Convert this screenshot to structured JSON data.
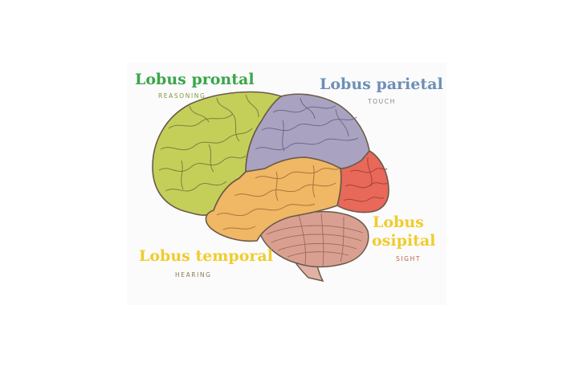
{
  "lobes": {
    "frontal": {
      "name": "Lobus prontal",
      "function": "REASONING",
      "color": "#3aa64a",
      "sub_color": "#7e9a3a",
      "fill": "#c4cf5a"
    },
    "parietal": {
      "name": "Lobus parietal",
      "function": "TOUCH",
      "color": "#6d8fb8",
      "sub_color": "#7f8590",
      "fill": "#a9a3c1"
    },
    "temporal": {
      "name": "Lobus temporal",
      "function": "HEARING",
      "color": "#f0cc2e",
      "sub_color": "#8a7a55",
      "fill": "#f0b765"
    },
    "occipital": {
      "name_line1": "Lobus",
      "name_line2": "osipital",
      "function": "SIGHT",
      "color": "#f0cc2e",
      "sub_color": "#c05a4a",
      "fill": "#e8685a"
    }
  },
  "cerebellum_fill": "#d9a092",
  "brainstem_fill": "#e1b1a5",
  "outline_color": "#6b5a48"
}
